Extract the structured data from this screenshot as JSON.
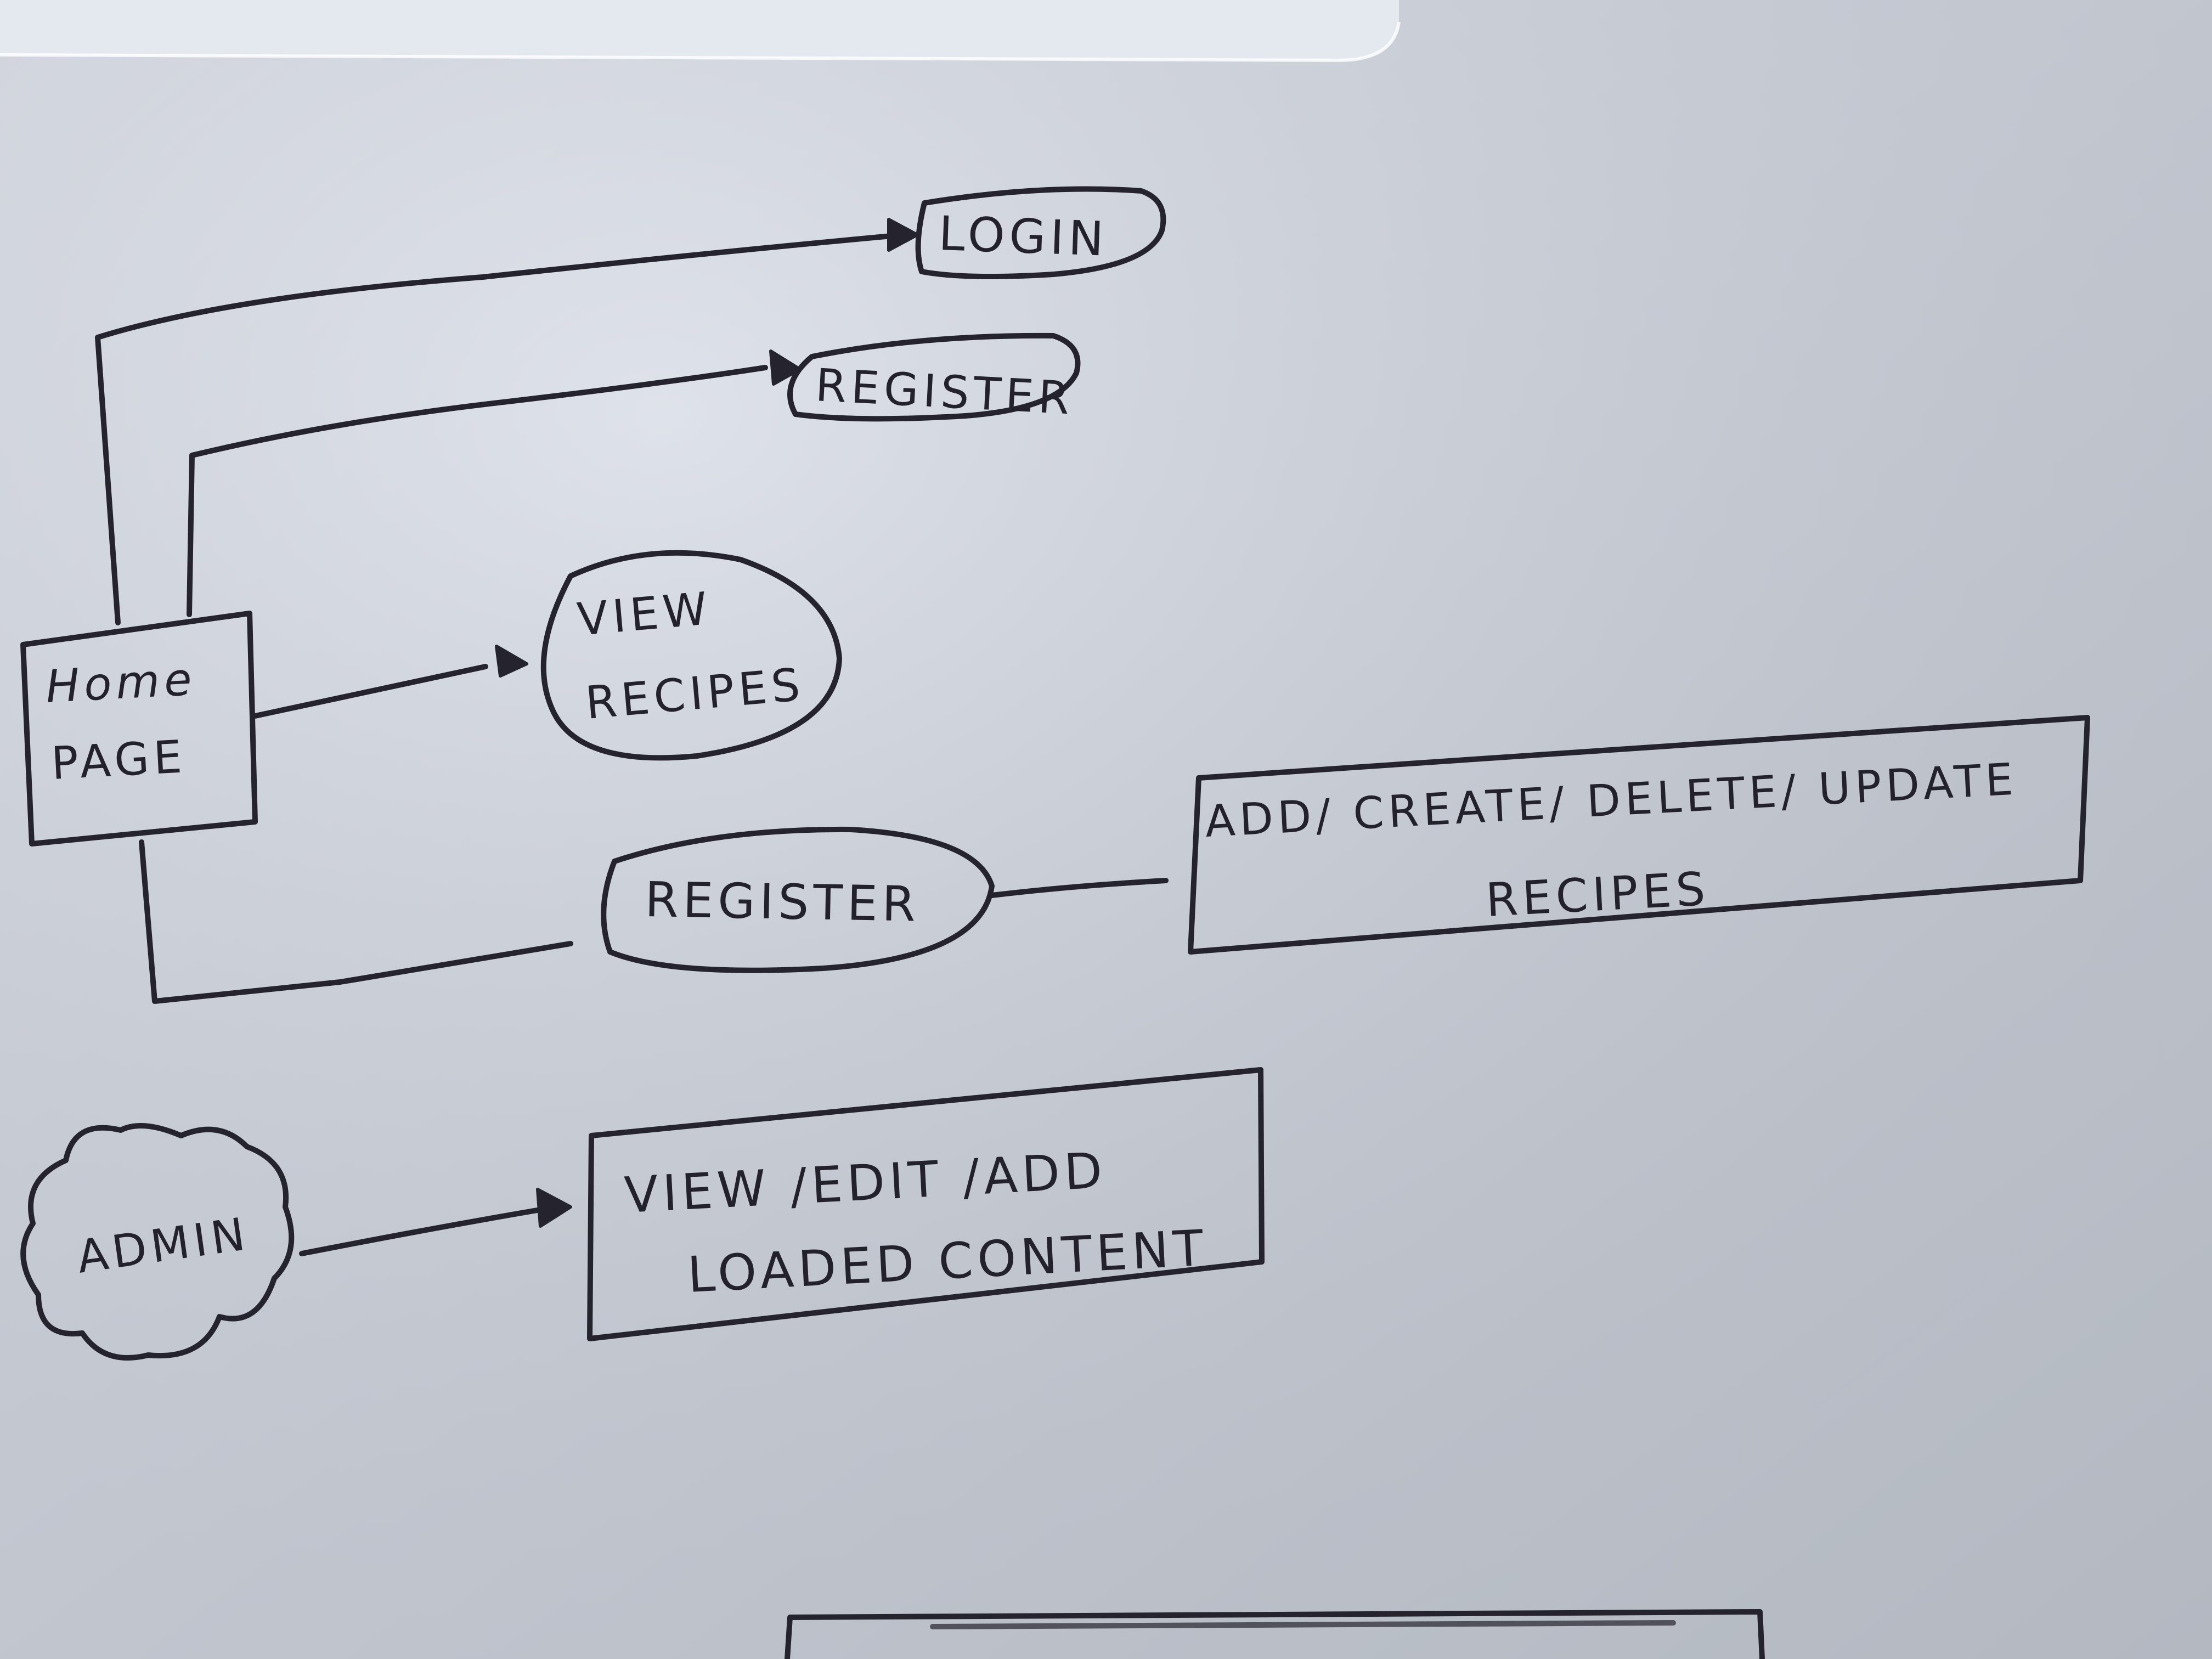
{
  "nodes": {
    "login": "LOGIN",
    "register_top": "REGISTER",
    "home_line1": "Home",
    "home_line2": "PAGE",
    "view_line1": "VIEW",
    "view_line2": "RECIPES",
    "register_mid": "REGISTER",
    "crud_line1": "ADD/ CREATE/ DELETE/ UPDATE",
    "crud_line2": "RECIPES",
    "admin": "ADMIN",
    "admin_box_line1": "VIEW /EDIT /ADD",
    "admin_box_line2": "LOADED CONTENT"
  },
  "colors": {
    "ink": "#25242e",
    "paper": "#d8dde6"
  }
}
